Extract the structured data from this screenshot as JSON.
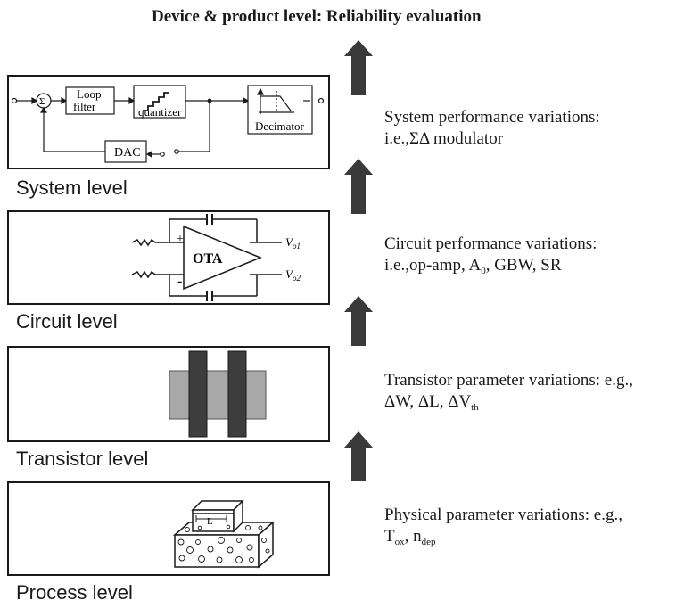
{
  "title": "Device & product level: Reliability evaluation",
  "levels": [
    {
      "label": "System level"
    },
    {
      "label": "Circuit level"
    },
    {
      "label": "Transistor level"
    },
    {
      "label": "Process level"
    }
  ],
  "system": {
    "sigma": "Σ",
    "loop_filter_1": "Loop",
    "loop_filter_2": "filter",
    "quantizer": "quantizer",
    "decimator": "Decimator",
    "dac": "DAC"
  },
  "circuit": {
    "ota": "OTA",
    "plus": "+",
    "minus": "-",
    "vo1_main": "V",
    "vo1_sub": "o1",
    "vo2_main": "V",
    "vo2_sub": "o2"
  },
  "process": {
    "L": "L"
  },
  "descriptions": {
    "system": {
      "line1": "System performance variations:",
      "line2": "i.e.,ΣΔ modulator"
    },
    "circuit": {
      "line1": "Circuit performance variations:",
      "line2_a": "i.e.,op-amp, A",
      "line2_sub": "0",
      "line2_b": ", GBW, SR"
    },
    "transistor": {
      "line1": "Transistor parameter variations: e.g.,",
      "line2_a": "ΔW, ΔL, ΔV",
      "line2_sub": "th"
    },
    "process": {
      "line1": "Physical parameter variations: e.g.,",
      "line2_a": "T",
      "line2_sub1": "ox",
      "line2_b": ", n",
      "line2_sub2": "dep"
    }
  },
  "colors": {
    "ink": "#1a1a1a",
    "arrow": "#3a3a3a",
    "gate": "#3d3d3d",
    "channel": "#a8a8a8"
  }
}
